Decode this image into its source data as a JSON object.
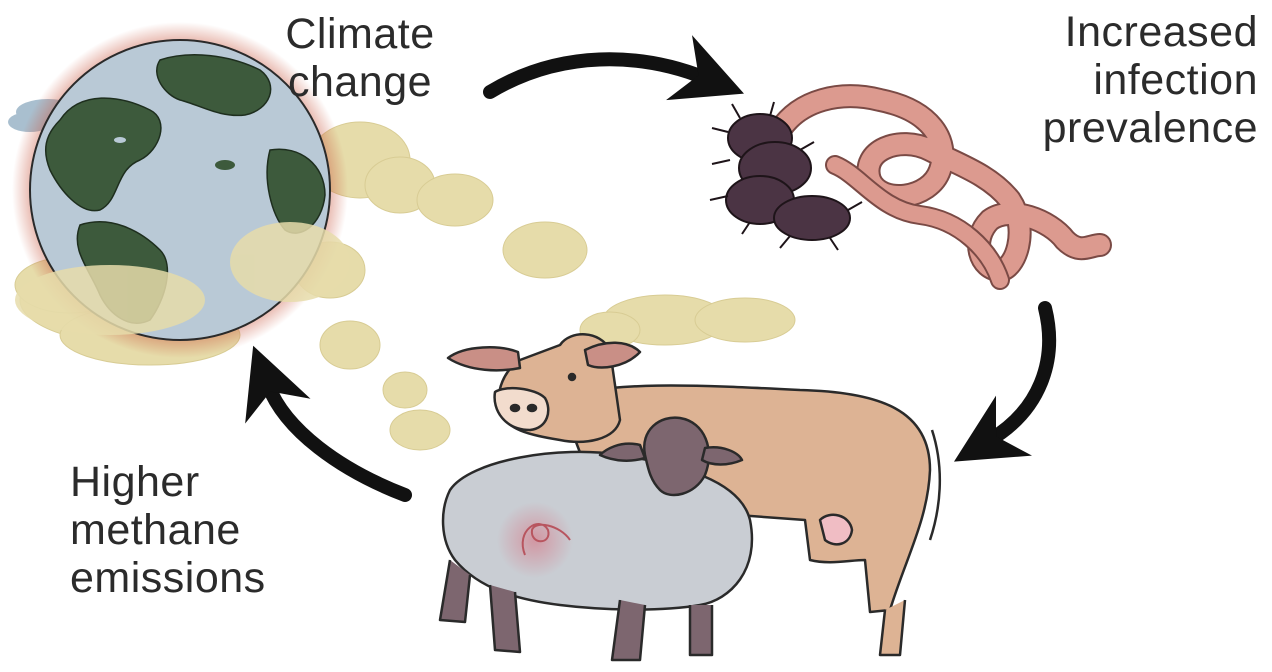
{
  "labels": {
    "climate_change": [
      "Climate",
      "change"
    ],
    "infection": [
      "Increased",
      "infection",
      "prevalence"
    ],
    "methane": [
      "Higher",
      "methane",
      "emissions"
    ]
  },
  "colors": {
    "ocean": "#b9c9d6",
    "land": "#3d5a3c",
    "haze": "#e6dcaa",
    "glow": "#c8553d",
    "cloud": "#a9bfcf",
    "worm": "#dc9a8f",
    "tick": "#4b3444",
    "cow": "#ddb394",
    "sheep_wool": "#c9cdd3",
    "sheep_face": "#7d666f",
    "arrow": "#111111"
  }
}
